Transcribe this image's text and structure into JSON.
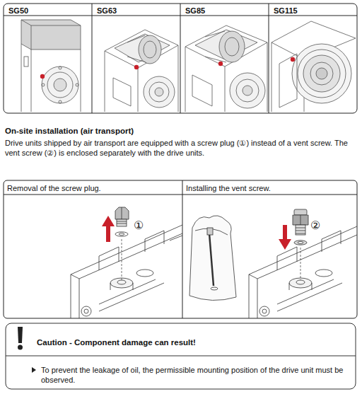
{
  "diagram": {
    "title": "On-site installation (air transport)",
    "nodes": [
      {
        "text": [
          "SG50"
        ]
      },
      {
        "text": [
          "SG63"
        ]
      },
      {
        "text": [
          "SG85"
        ]
      },
      {
        "text": [
          "SG115"
        ]
      },
      {
        "text": [
          "Removal of the screw plug."
        ]
      },
      {
        "text": [
          "Installing the vent screw."
        ]
      },
      {
        "text": [
          "Caution - Component damage can result!",
          "To prevent the leakage of oil, the permissible mounting position of the drive unit must be observed."
        ]
      }
    ],
    "labels": [
      "Drive units shipped by air transport are equipped with a screw plug (①) instead of a vent screw. The vent screw (②) is enclosed separately with the drive units.",
      "①",
      "②"
    ]
  }
}
